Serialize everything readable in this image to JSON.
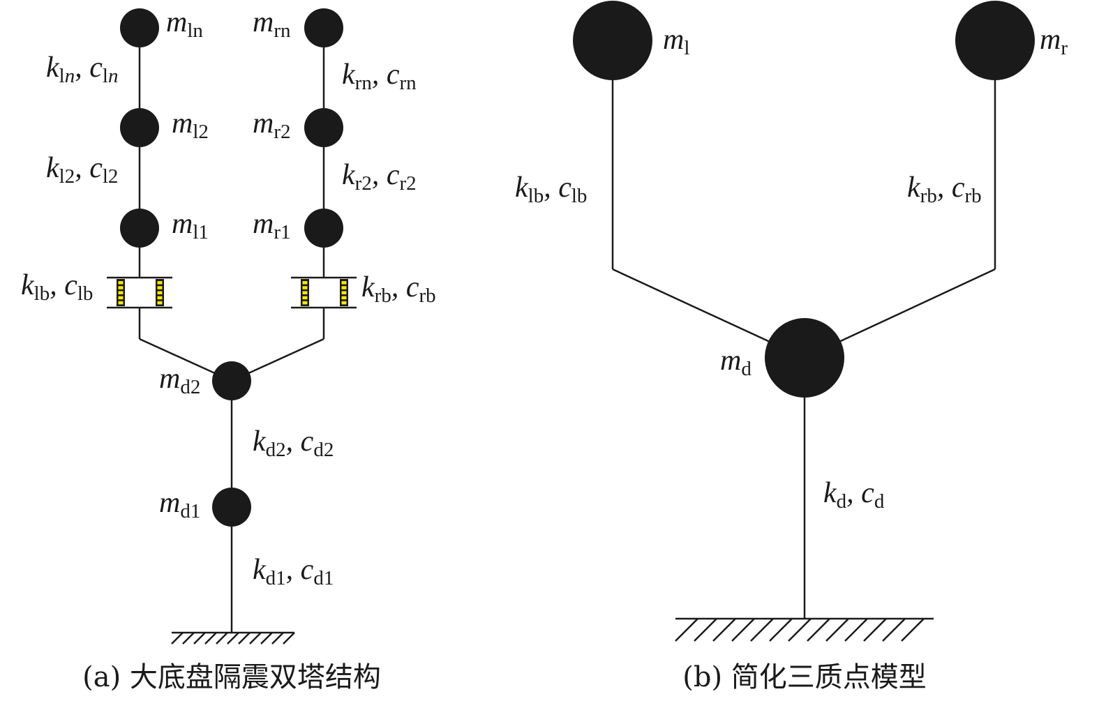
{
  "colors": {
    "ink": "#1a1a1a",
    "bearing_fill": "#f5e800",
    "background": "#ffffff"
  },
  "panel_a": {
    "caption": "(a) 大底盘隔震双塔结构",
    "masses": {
      "m_ln": {
        "sym": "m",
        "sub": "ln"
      },
      "m_l2": {
        "sym": "m",
        "sub": "l2"
      },
      "m_l1": {
        "sym": "m",
        "sub": "l1"
      },
      "m_rn": {
        "sym": "m",
        "sub": "rn"
      },
      "m_r2": {
        "sym": "m",
        "sub": "r2"
      },
      "m_r1": {
        "sym": "m",
        "sub": "r1"
      },
      "m_d2": {
        "sym": "m",
        "sub": "d2"
      },
      "m_d1": {
        "sym": "m",
        "sub": "d1"
      }
    },
    "springs": {
      "ln": {
        "k": "k",
        "k_sub_a": "l",
        "k_sub_b": "n",
        "sep": ", ",
        "c": "c",
        "c_sub_a": "l",
        "c_sub_b": "n"
      },
      "l2": {
        "k": "k",
        "k_sub": "l2",
        "sep": ", ",
        "c": "c",
        "c_sub": "l2"
      },
      "lb": {
        "k": "k",
        "k_sub": "lb",
        "sep": ", ",
        "c": "c",
        "c_sub": "lb"
      },
      "rn": {
        "k": "k",
        "k_sub": "rn",
        "sep": ", ",
        "c": "c",
        "c_sub": "rn"
      },
      "r2": {
        "k": "k",
        "k_sub": "r2",
        "sep": ", ",
        "c": "c",
        "c_sub": "r2"
      },
      "rb": {
        "k": "k",
        "k_sub": "rb",
        "sep": ", ",
        "c": "c",
        "c_sub": "rb"
      },
      "d2": {
        "k": "k",
        "k_sub": "d2",
        "sep": ", ",
        "c": "c",
        "c_sub": "d2"
      },
      "d1": {
        "k": "k",
        "k_sub": "d1",
        "sep": ", ",
        "c": "c",
        "c_sub": "d1"
      }
    }
  },
  "panel_b": {
    "caption": "(b) 简化三质点模型",
    "masses": {
      "m_l": {
        "sym": "m",
        "sub": "l"
      },
      "m_r": {
        "sym": "m",
        "sub": "r"
      },
      "m_d": {
        "sym": "m",
        "sub": "d"
      }
    },
    "springs": {
      "lb": {
        "k": "k",
        "k_sub": "lb",
        "sep": ", ",
        "c": "c",
        "c_sub": "lb"
      },
      "rb": {
        "k": "k",
        "k_sub": "rb",
        "sep": ", ",
        "c": "c",
        "c_sub": "rb"
      },
      "d": {
        "k": "k",
        "k_sub": "d",
        "sep": ", ",
        "c": "c",
        "c_sub": "d"
      }
    }
  }
}
